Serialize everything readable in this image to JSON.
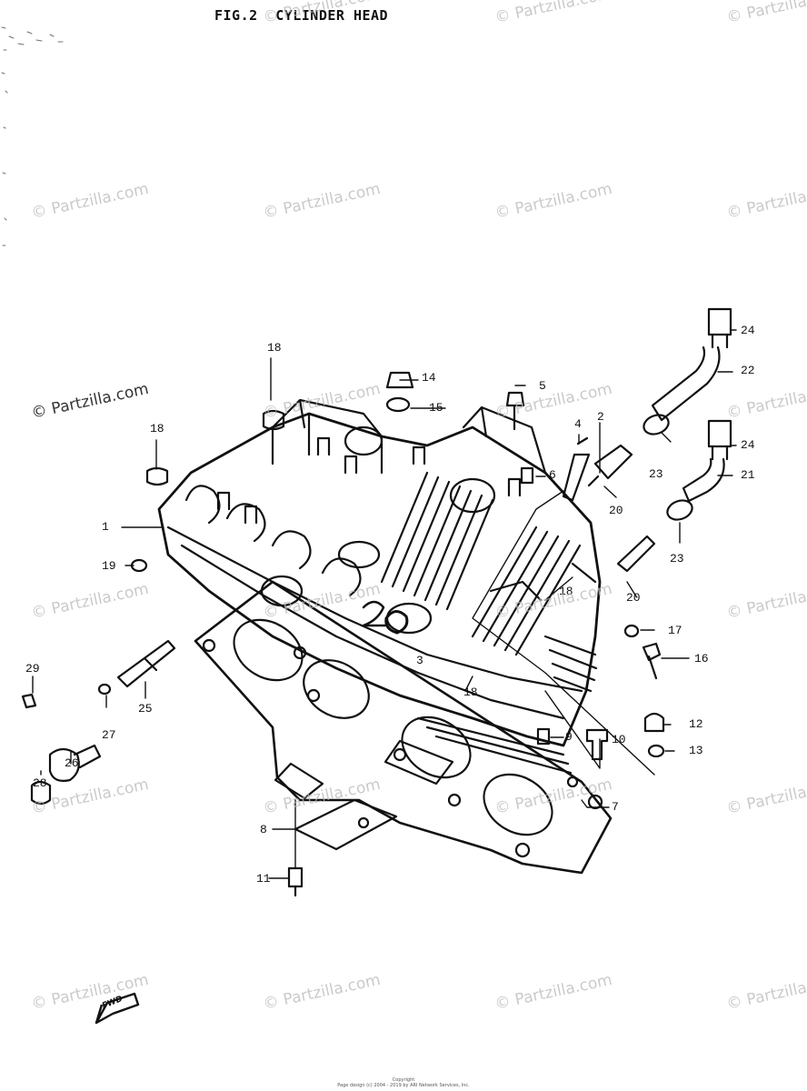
{
  "figure": {
    "number": "FIG.2",
    "title": "CYLINDER HEAD"
  },
  "watermark": "© Partzilla.com",
  "callouts": [
    "1",
    "2",
    "3",
    "4",
    "5",
    "6",
    "7",
    "8",
    "9",
    "10",
    "11",
    "12",
    "13",
    "14",
    "15",
    "16",
    "17",
    "18",
    "18",
    "18",
    "18",
    "19",
    "20",
    "20",
    "21",
    "22",
    "23",
    "23",
    "24",
    "24",
    "25",
    "26",
    "27",
    "28",
    "29"
  ],
  "fwd_label": "FWD",
  "footer": {
    "line1": "Copyright",
    "line2": "Page design (c) 2004 - 2019 by ARI Network Services, Inc."
  },
  "colors": {
    "ink": "#111111",
    "watermark": "#b9b9b9",
    "background": "#ffffff"
  }
}
